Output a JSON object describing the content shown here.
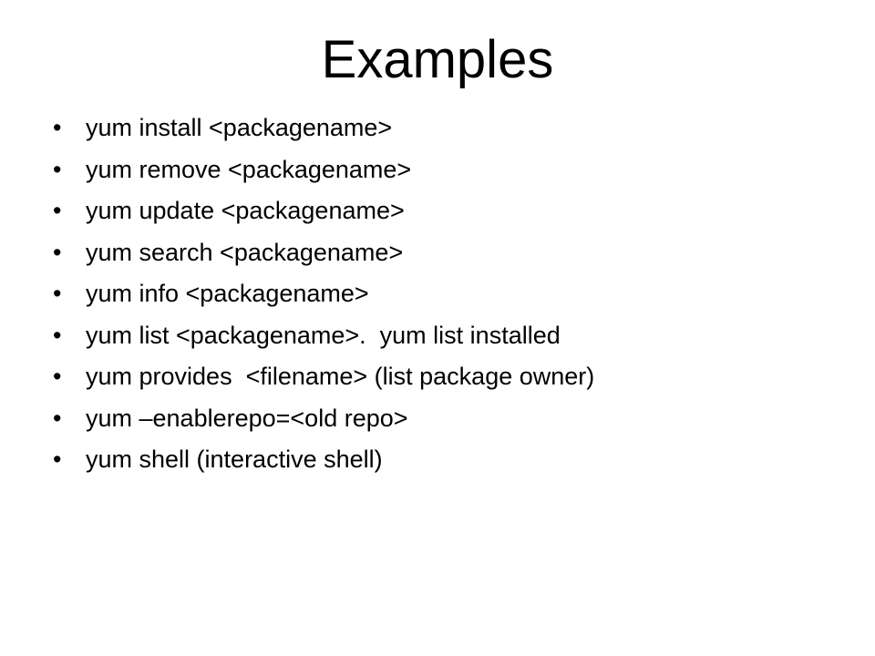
{
  "slide": {
    "title": "Examples",
    "bullet_glyph": "•",
    "bullets": [
      "yum install <packagename>",
      "yum remove <packagename>",
      "yum update <packagename>",
      "yum search <packagename>",
      "yum info <packagename>",
      "yum list <packagename>.  yum list installed",
      "yum provides  <filename> (list package owner)",
      "yum –enablerepo=<old repo>",
      "yum shell (interactive shell)"
    ]
  }
}
